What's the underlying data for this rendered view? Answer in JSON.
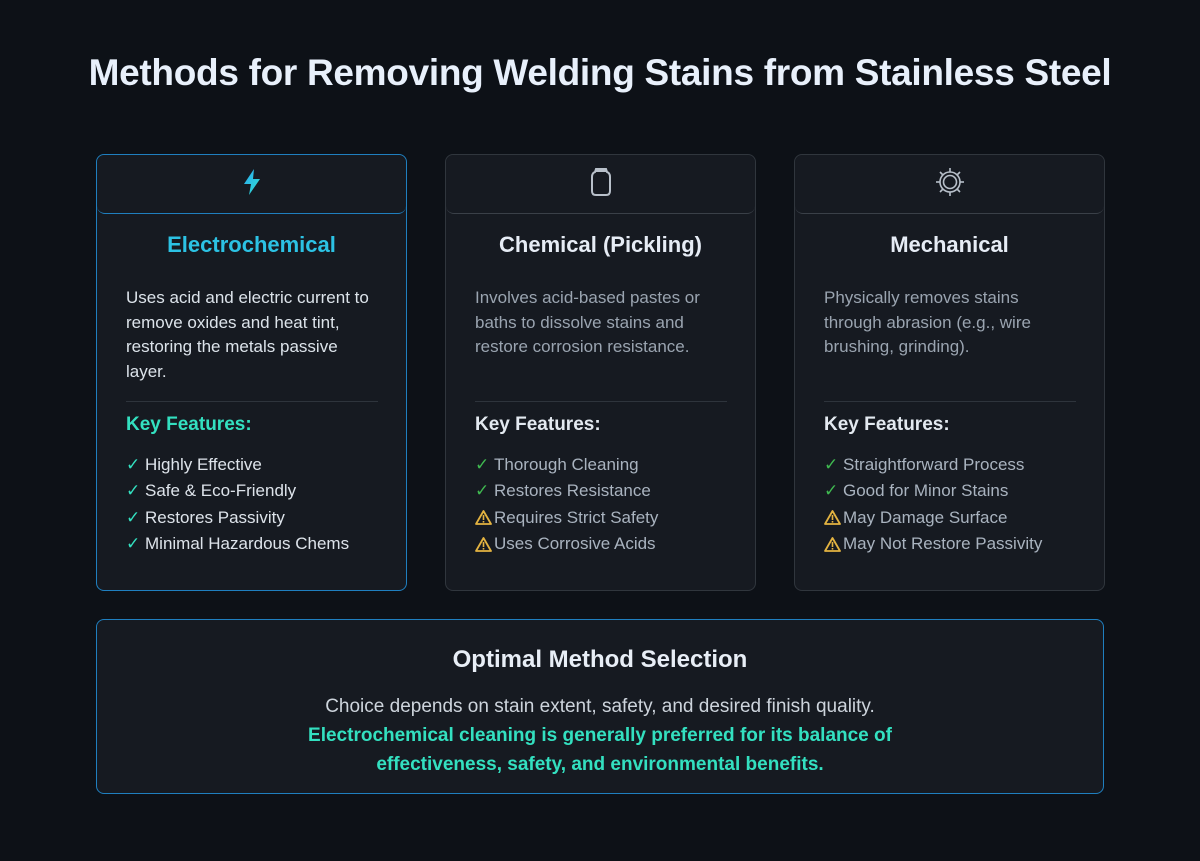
{
  "title": "Methods for Removing Welding Stains from Stainless Steel",
  "colors": {
    "background": "#0d1117",
    "card_bg": "#161a21",
    "accent_blue": "#1f7fbf",
    "accent_cyan": "#2cc2e4",
    "accent_teal": "#33e0c0",
    "check_green": "#3fb950",
    "warning_yellow": "#e3b341"
  },
  "cards": [
    {
      "icon": "lightning-bolt-icon",
      "title": "Electrochemical",
      "description": "Uses acid and electric current to remove oxides and heat tint, restoring the metals passive layer.",
      "key_features_label": "Key Features:",
      "features": [
        {
          "type": "check",
          "text": "Highly Effective"
        },
        {
          "type": "check",
          "text": "Safe & Eco-Friendly"
        },
        {
          "type": "check",
          "text": "Restores Passivity"
        },
        {
          "type": "check",
          "text": "Minimal Hazardous Chems"
        }
      ],
      "highlighted": true
    },
    {
      "icon": "container-icon",
      "title": "Chemical (Pickling)",
      "description": "Involves acid-based pastes or baths to dissolve stains and restore corrosion resistance.",
      "key_features_label": "Key Features:",
      "features": [
        {
          "type": "check",
          "text": "Thorough Cleaning"
        },
        {
          "type": "check",
          "text": "Restores Resistance"
        },
        {
          "type": "warning",
          "text": "Requires Strict Safety"
        },
        {
          "type": "warning",
          "text": "Uses Corrosive Acids"
        }
      ],
      "highlighted": false
    },
    {
      "icon": "gear-wheel-icon",
      "title": "Mechanical",
      "description": "Physically removes stains through abrasion (e.g., wire brushing, grinding).",
      "key_features_label": "Key Features:",
      "features": [
        {
          "type": "check",
          "text": "Straightforward Process"
        },
        {
          "type": "check",
          "text": "Good for Minor Stains"
        },
        {
          "type": "warning",
          "text": "May Damage Surface"
        },
        {
          "type": "warning",
          "text": "May Not Restore Passivity"
        }
      ],
      "highlighted": false
    }
  ],
  "summary": {
    "title": "Optimal Method Selection",
    "text": "Choice depends on stain extent, safety, and desired finish quality.",
    "highlight": "Electrochemical cleaning is generally preferred for its balance of effectiveness, safety, and environmental benefits."
  },
  "glyphs": {
    "check": "✓"
  }
}
